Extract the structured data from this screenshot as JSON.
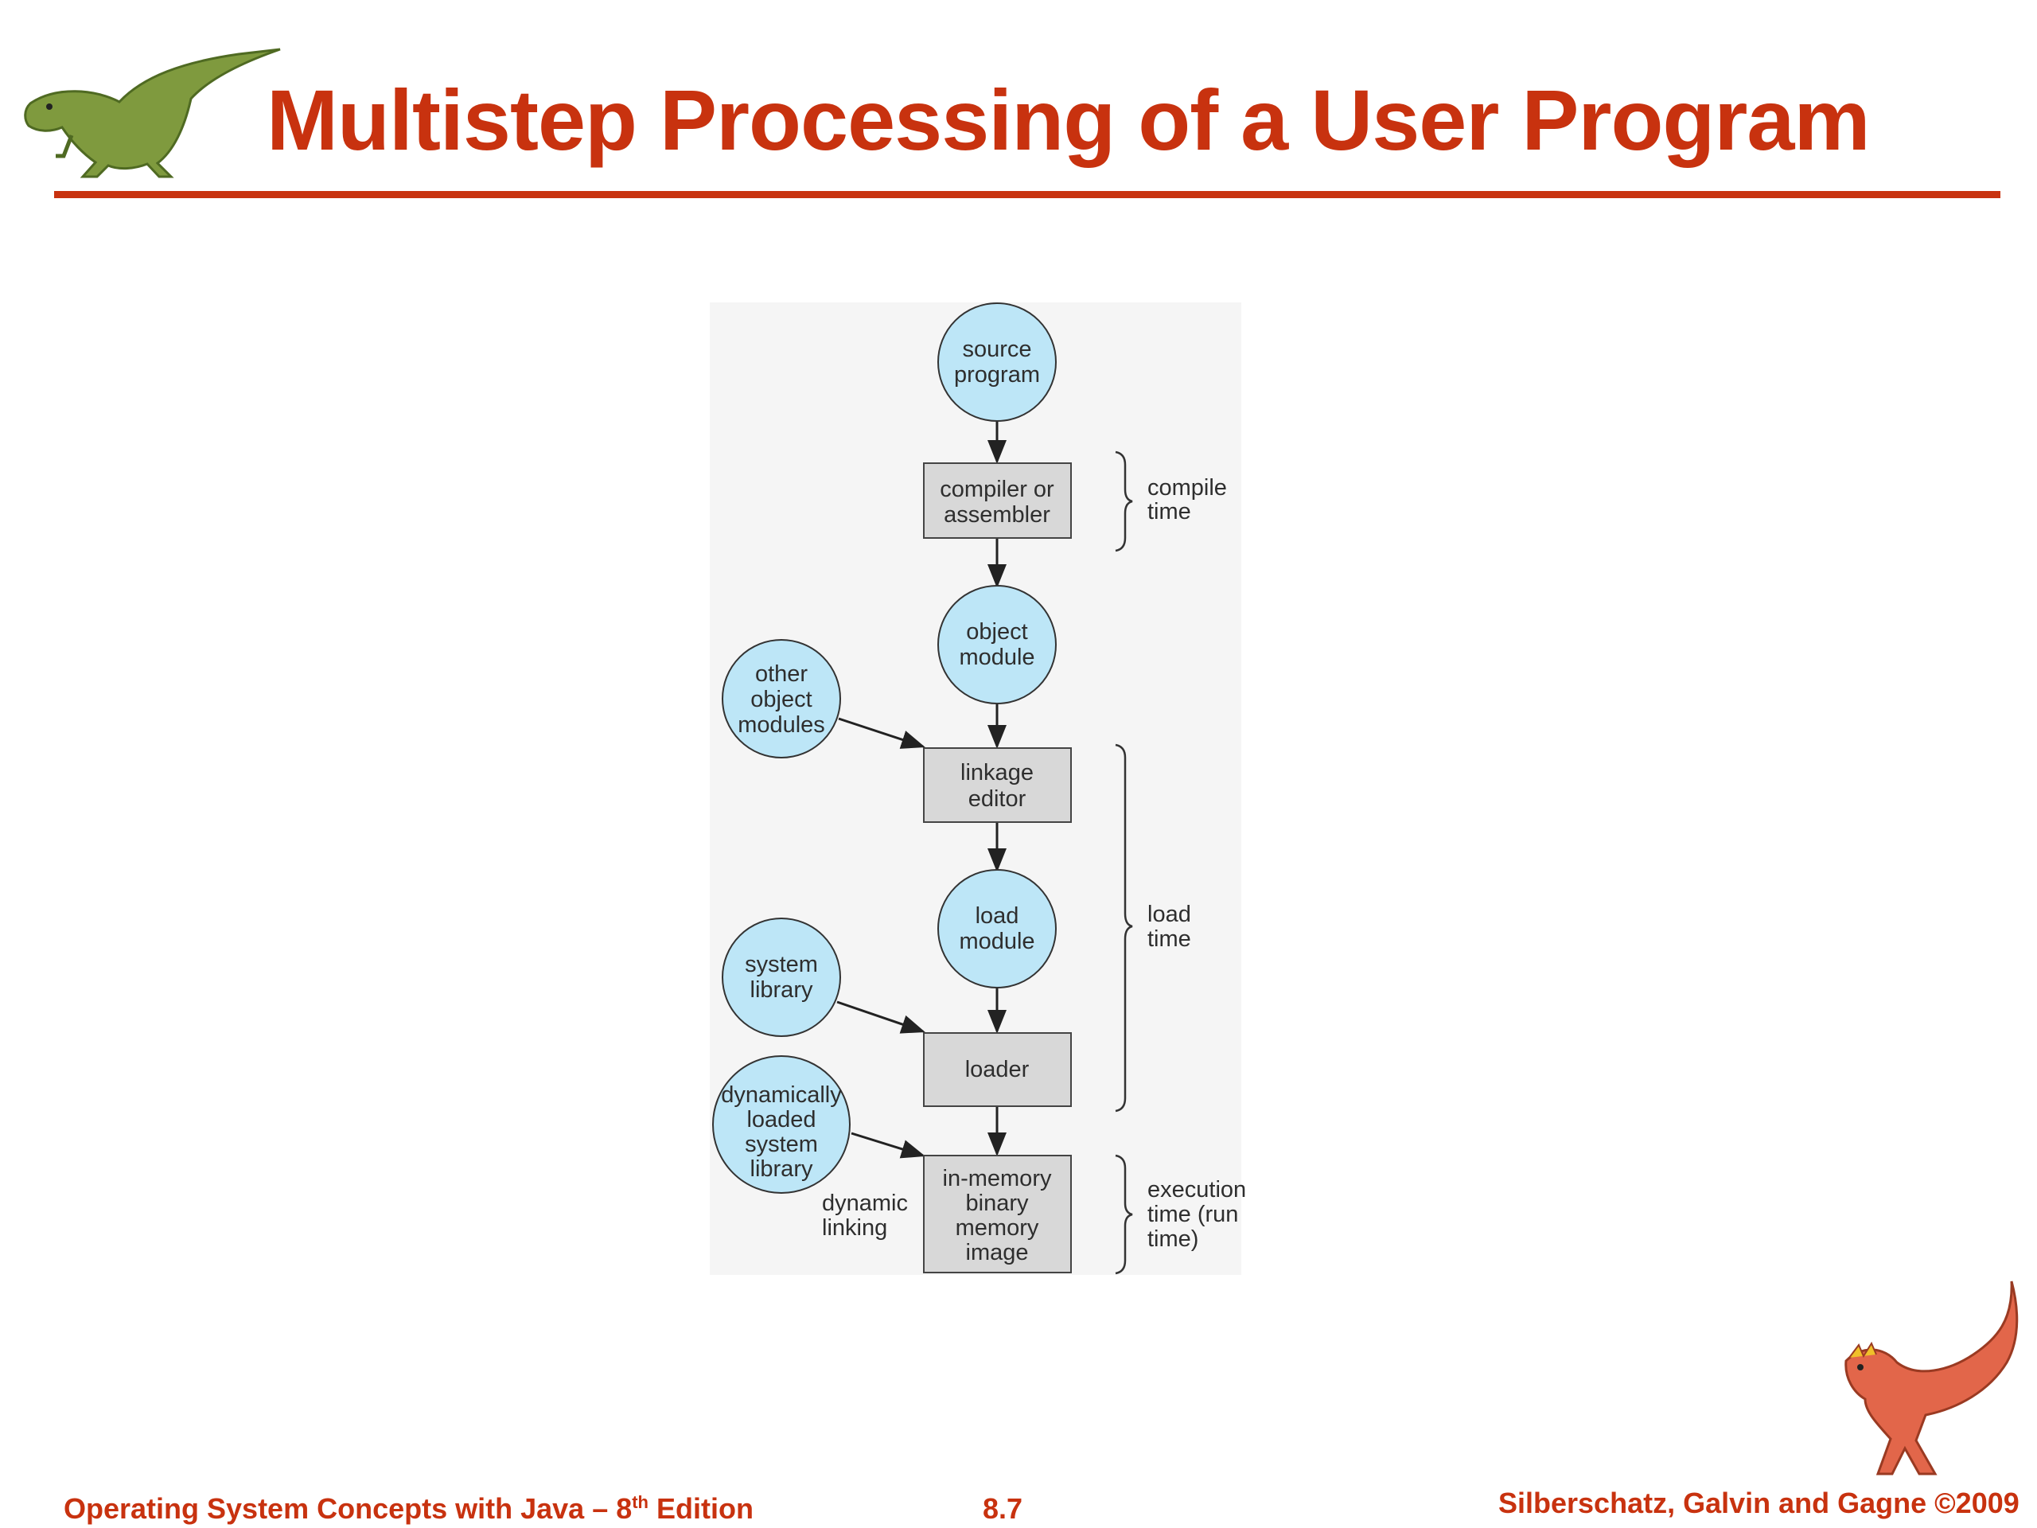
{
  "title": "Multistep Processing of a User Program",
  "footer": {
    "left_prefix": "Operating System Concepts  with Java – 8",
    "left_sup": "th",
    "left_suffix": " Edition",
    "page": "8.7",
    "right": "Silberschatz, Galvin and Gagne ©2009"
  },
  "logos": [
    "dinosaur-logo-green",
    "dinosaur-logo-red"
  ],
  "colors": {
    "title": "#c8320f",
    "circle_fill": "#bde6f7",
    "box_fill": "#d8d8d8",
    "diagram_bg": "#f5f5f5"
  },
  "diagram": {
    "source_program": [
      "source",
      "program"
    ],
    "compiler": [
      "compiler or",
      "assembler"
    ],
    "object_module": [
      "object",
      "module"
    ],
    "other_object_modules": [
      "other",
      "object",
      "modules"
    ],
    "linkage_editor": [
      "linkage",
      "editor"
    ],
    "load_module": [
      "load",
      "module"
    ],
    "system_library": [
      "system",
      "library"
    ],
    "loader": [
      "loader"
    ],
    "dynamically_loaded": [
      "dynamically",
      "loaded",
      "system",
      "library"
    ],
    "in_memory_image": [
      "in-memory",
      "binary",
      "memory",
      "image"
    ],
    "dynamic_linking": [
      "dynamic",
      "linking"
    ],
    "compile_time": [
      "compile",
      "time"
    ],
    "load_time": [
      "load",
      "time"
    ],
    "execution_time": [
      "execution",
      "time (run",
      "time)"
    ]
  }
}
